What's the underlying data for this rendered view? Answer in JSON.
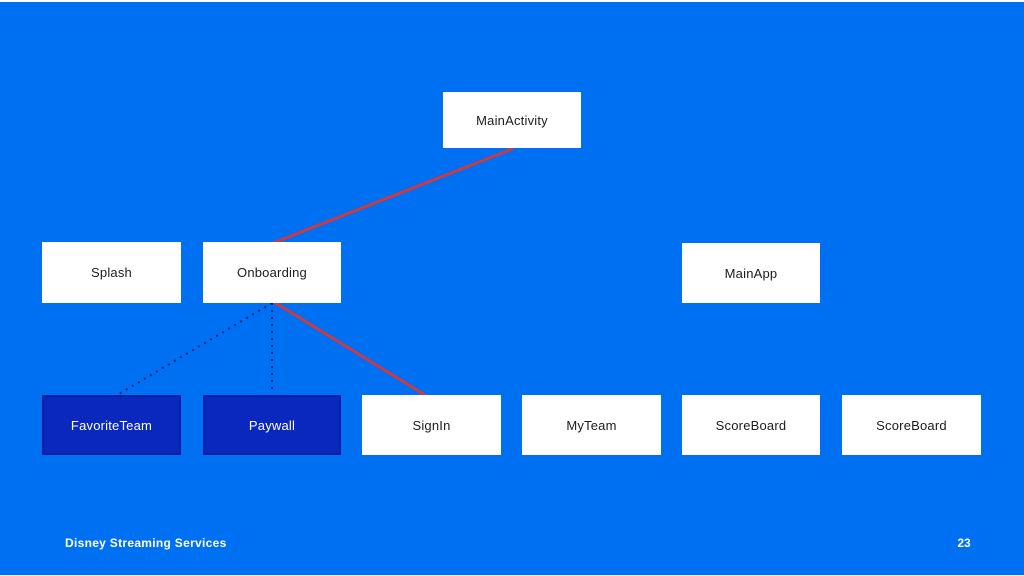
{
  "colors": {
    "background": "#0070f3",
    "node_fill_light": "#ffffff",
    "node_fill_dark": "#0a28bd",
    "node_border_dark": "#0620a0",
    "node_text_light": "#ffffff",
    "node_text_dark": "#1c1c1e",
    "connector_red": "#c93a45",
    "connector_dotted": "#0a1f7a"
  },
  "diagram": {
    "nodes": [
      {
        "id": "main-activity",
        "label": "MainActivity",
        "style": "light"
      },
      {
        "id": "splash",
        "label": "Splash",
        "style": "light"
      },
      {
        "id": "onboarding",
        "label": "Onboarding",
        "style": "light"
      },
      {
        "id": "main-app",
        "label": "MainApp",
        "style": "light"
      },
      {
        "id": "favorite-team",
        "label": "FavoriteTeam",
        "style": "dark"
      },
      {
        "id": "paywall",
        "label": "Paywall",
        "style": "dark"
      },
      {
        "id": "sign-in",
        "label": "SignIn",
        "style": "light"
      },
      {
        "id": "my-team",
        "label": "MyTeam",
        "style": "light"
      },
      {
        "id": "scoreboard-1",
        "label": "ScoreBoard",
        "style": "light"
      },
      {
        "id": "scoreboard-2",
        "label": "ScoreBoard",
        "style": "light"
      }
    ],
    "edges": [
      {
        "from": "main-activity",
        "to": "onboarding",
        "style": "solid-red"
      },
      {
        "from": "onboarding",
        "to": "favorite-team",
        "style": "dotted"
      },
      {
        "from": "onboarding",
        "to": "paywall",
        "style": "dotted"
      },
      {
        "from": "onboarding",
        "to": "sign-in",
        "style": "solid-red"
      }
    ]
  },
  "footer": {
    "brand": "Disney Streaming Services",
    "page_number": "23"
  }
}
